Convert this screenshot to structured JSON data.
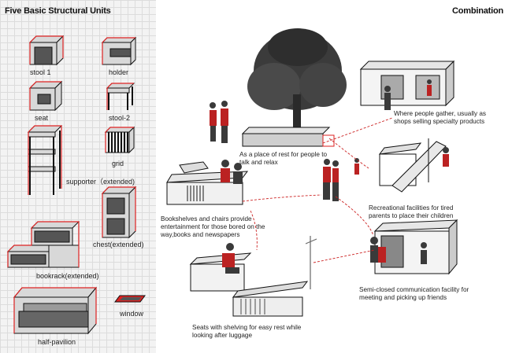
{
  "left_panel": {
    "title": "Five Basic Structural Units",
    "units": [
      {
        "key": "stool1",
        "label": "stool 1"
      },
      {
        "key": "holder",
        "label": "holder"
      },
      {
        "key": "seat",
        "label": "seat"
      },
      {
        "key": "stool2",
        "label": "stool-2"
      },
      {
        "key": "supporter",
        "label": "supporter（extended)"
      },
      {
        "key": "grid",
        "label": "grid"
      },
      {
        "key": "chest",
        "label": "chest(extended)"
      },
      {
        "key": "bookrack",
        "label": "bookrack(extended)"
      },
      {
        "key": "window",
        "label": "window"
      },
      {
        "key": "halfpavilion",
        "label": "half-pavilion"
      }
    ]
  },
  "right_panel": {
    "title": "Combination",
    "captions": {
      "rest": "As a place of rest for people to talk and relax",
      "shops": "Where people gather, usually as shops selling specialty products",
      "books": "Bookshelves and chairs provide entertainment for those bored on the way,books and newspapers",
      "recreation": "Recreational facilities for tired parents to place their children",
      "communication": "Semi-closed communication facility for meeting and picking up friends",
      "seats": "Seats with shelving for easy rest while looking after luggage"
    }
  },
  "colors": {
    "accent": "#cc2222",
    "line": "#111111",
    "grid": "#dcdcdc"
  }
}
